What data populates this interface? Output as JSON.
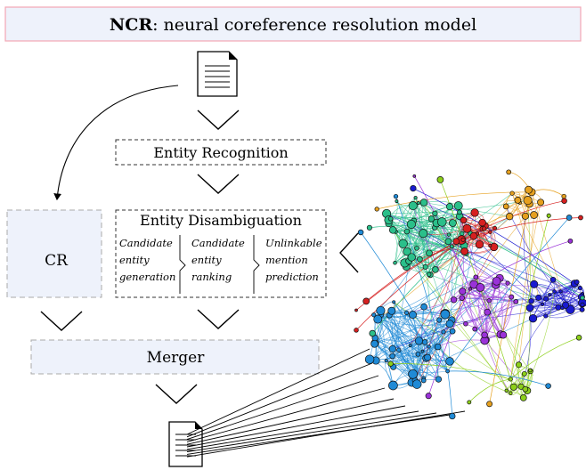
{
  "title": {
    "bold": "NCR",
    "rest": ": neural coreference resolution model"
  },
  "boxes": {
    "entity_recognition": "Entity Recognition",
    "entity_disambiguation": "Entity Disambiguation",
    "cr": "CR",
    "merger": "Merger"
  },
  "ed_steps": [
    {
      "lines": [
        "Candidate",
        "entity",
        "generation"
      ]
    },
    {
      "lines": [
        "Candidate",
        "entity",
        "ranking"
      ]
    },
    {
      "lines": [
        "Unlinkable",
        "mention",
        "prediction"
      ]
    }
  ],
  "colors": {
    "title_fill": "#eef2fb",
    "title_border": "#f3a7b5",
    "cr_fill": "#eef2fb",
    "merger_fill": "#eef2fb",
    "dashed_grey": "#a9a9a9",
    "clusters": [
      "#2bbf8a",
      "#1f8ad6",
      "#d62020",
      "#e6a01e",
      "#1a1ad0",
      "#9a32d8",
      "#8ccf1a"
    ]
  },
  "icons": [
    "document-icon-top",
    "document-icon-bottom",
    "graph-network-icon"
  ]
}
